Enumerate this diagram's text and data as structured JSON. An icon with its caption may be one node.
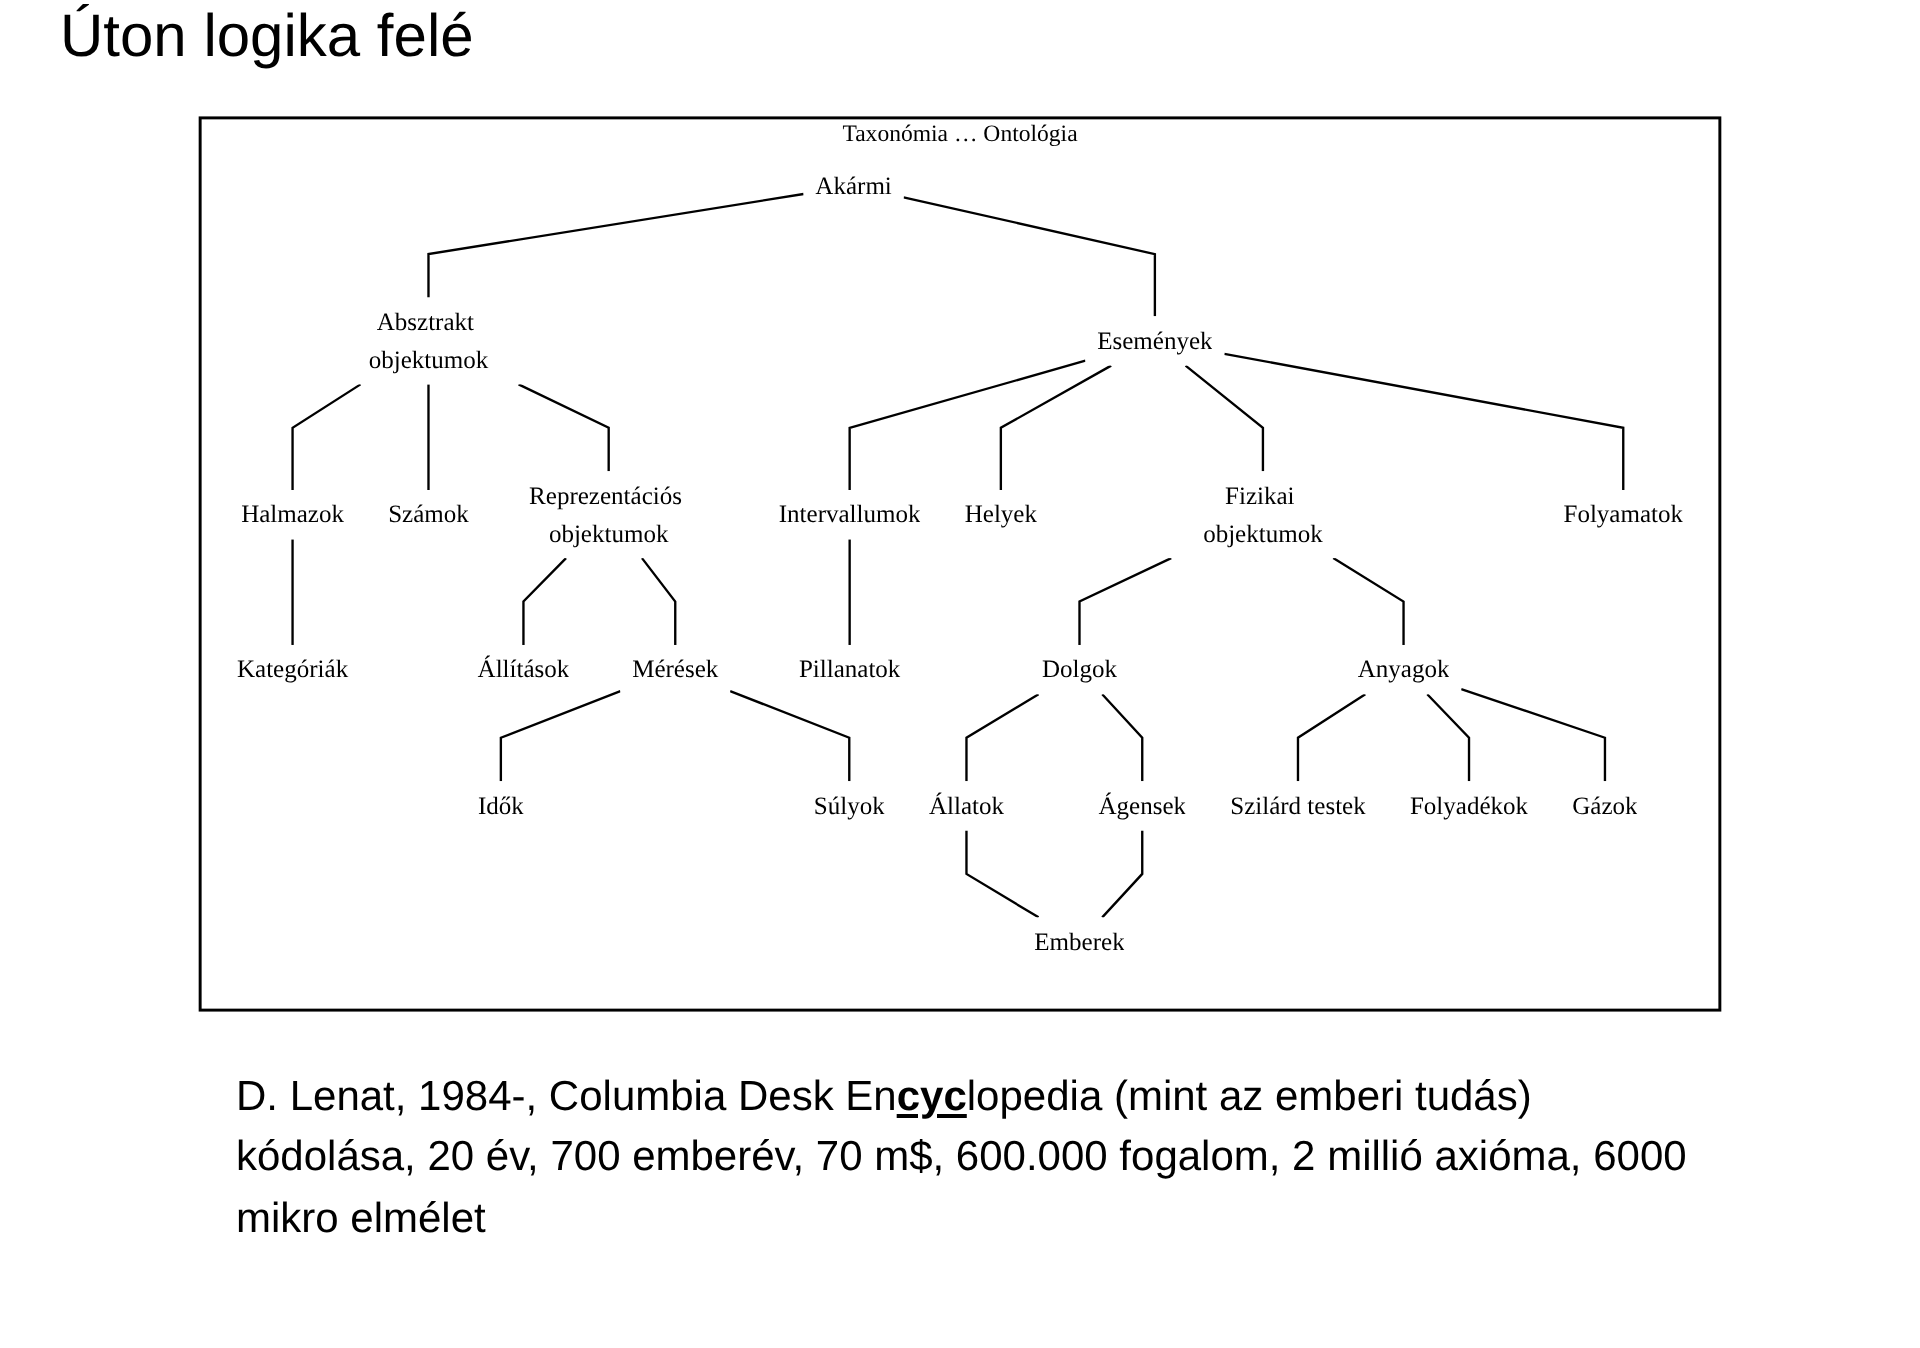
{
  "diagram": {
    "title": "Úton logika felé",
    "caption": "D. Lenat, 1984-, Columbia Desk En**cyc**lopedia (mint az emberi tudás) kódolása, 20 év, 700 emberév, 70 m$, 600.000 fogalom, 2 millió axióma, 6000 mikro elmélet",
    "nodes": [
      {
        "text": [
          "Taxonómia … Ontológia"
        ]
      },
      {
        "text": [
          "Akármi"
        ],
        "in": 0
      },
      {
        "text": [
          "Absztrakt objektumok"
        ],
        "in": 0
      },
      {
        "text": [
          "Események"
        ],
        "in": 0
      },
      {
        "text": [
          "Halmazok"
        ],
        "in": 0
      },
      {
        "text": [
          "Számok"
        ],
        "in": 0
      },
      {
        "text": [
          "Reprezentációs objektumok"
        ],
        "in": 0
      },
      {
        "text": [
          "Intervallumok"
        ],
        "in": 0
      },
      {
        "text": [
          "Helyek"
        ],
        "in": 0
      },
      {
        "text": [
          "Fizikai objektumok"
        ],
        "in": 0
      },
      {
        "text": [
          "Folyamatok"
        ],
        "in": 0
      },
      {
        "text": [
          "Kategóriák"
        ],
        "in": 0
      },
      {
        "text": [
          "Állítások"
        ],
        "in": 0
      },
      {
        "text": [
          "Mérések"
        ],
        "in": 0
      },
      {
        "text": [
          "Pillanatok"
        ],
        "in": 0
      },
      {
        "text": [
          "Dolgok"
        ],
        "in": 0
      },
      {
        "text": [
          "Anyagok"
        ],
        "in": 0
      },
      {
        "text": [
          "Idők"
        ],
        "in": 0
      },
      {
        "text": [
          "Súlyok"
        ],
        "in": 0
      },
      {
        "text": [
          "Állatok"
        ],
        "in": 0
      },
      {
        "text": [
          "Ágensek"
        ],
        "in": 0
      },
      {
        "text": [
          "Szilárd testek"
        ],
        "in": 0
      },
      {
        "text": [
          "Folyadékok"
        ],
        "in": 0
      },
      {
        "text": [
          "Gázok"
        ],
        "in": 0
      },
      {
        "text": [
          "Emberek"
        ],
        "in": 0
      }
    ],
    "edges": [
      {
        "from": 1,
        "to": 2,
        "arrow": "none"
      },
      {
        "from": 1,
        "to": 3,
        "arrow": "none"
      },
      {
        "from": 2,
        "to": 4,
        "arrow": "none"
      },
      {
        "from": 2,
        "to": 5,
        "arrow": "none"
      },
      {
        "from": 2,
        "to": 6,
        "arrow": "none"
      },
      {
        "from": 3,
        "to": 7,
        "arrow": "none"
      },
      {
        "from": 3,
        "to": 8,
        "arrow": "none"
      },
      {
        "from": 3,
        "to": 9,
        "arrow": "none"
      },
      {
        "from": 3,
        "to": 10,
        "arrow": "none"
      },
      {
        "from": 4,
        "to": 11,
        "arrow": "none"
      },
      {
        "from": 6,
        "to": 12,
        "arrow": "none"
      },
      {
        "from": 6,
        "to": 13,
        "arrow": "none"
      },
      {
        "from": 7,
        "to": 14,
        "arrow": "none"
      },
      {
        "from": 9,
        "to": 15,
        "arrow": "none"
      },
      {
        "from": 9,
        "to": 16,
        "arrow": "none"
      },
      {
        "from": 13,
        "to": 17,
        "arrow": "none"
      },
      {
        "from": 13,
        "to": 18,
        "arrow": "none"
      },
      {
        "from": 15,
        "to": 19,
        "arrow": "none"
      },
      {
        "from": 15,
        "to": 20,
        "arrow": "none"
      },
      {
        "from": 16,
        "to": 21,
        "arrow": "none"
      },
      {
        "from": 16,
        "to": 22,
        "arrow": "none"
      },
      {
        "from": 16,
        "to": 23,
        "arrow": "none"
      },
      {
        "from": 19,
        "to": 24,
        "arrow": "none"
      },
      {
        "from": 20,
        "to": 24,
        "arrow": "none"
      }
    ]
  }
}
